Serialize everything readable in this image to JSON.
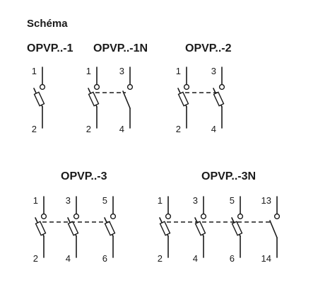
{
  "title": "Schéma",
  "variants": [
    {
      "label": "OPVP..-1",
      "poles": [
        {
          "type": "fuse",
          "top": "1",
          "bottom": "2"
        }
      ]
    },
    {
      "label": "OPVP..-1N",
      "poles": [
        {
          "type": "fuse",
          "top": "1",
          "bottom": "2"
        },
        {
          "type": "switch",
          "top": "3",
          "bottom": "4"
        }
      ]
    },
    {
      "label": "OPVP..-2",
      "poles": [
        {
          "type": "fuse",
          "top": "1",
          "bottom": "2"
        },
        {
          "type": "fuse",
          "top": "3",
          "bottom": "4"
        }
      ]
    },
    {
      "label": "OPVP..-3",
      "poles": [
        {
          "type": "fuse",
          "top": "1",
          "bottom": "2"
        },
        {
          "type": "fuse",
          "top": "3",
          "bottom": "4"
        },
        {
          "type": "fuse",
          "top": "5",
          "bottom": "6"
        }
      ]
    },
    {
      "label": "OPVP..-3N",
      "poles": [
        {
          "type": "fuse",
          "top": "1",
          "bottom": "2"
        },
        {
          "type": "fuse",
          "top": "3",
          "bottom": "4"
        },
        {
          "type": "fuse",
          "top": "5",
          "bottom": "6"
        },
        {
          "type": "switch",
          "top": "13",
          "bottom": "14"
        }
      ]
    }
  ]
}
